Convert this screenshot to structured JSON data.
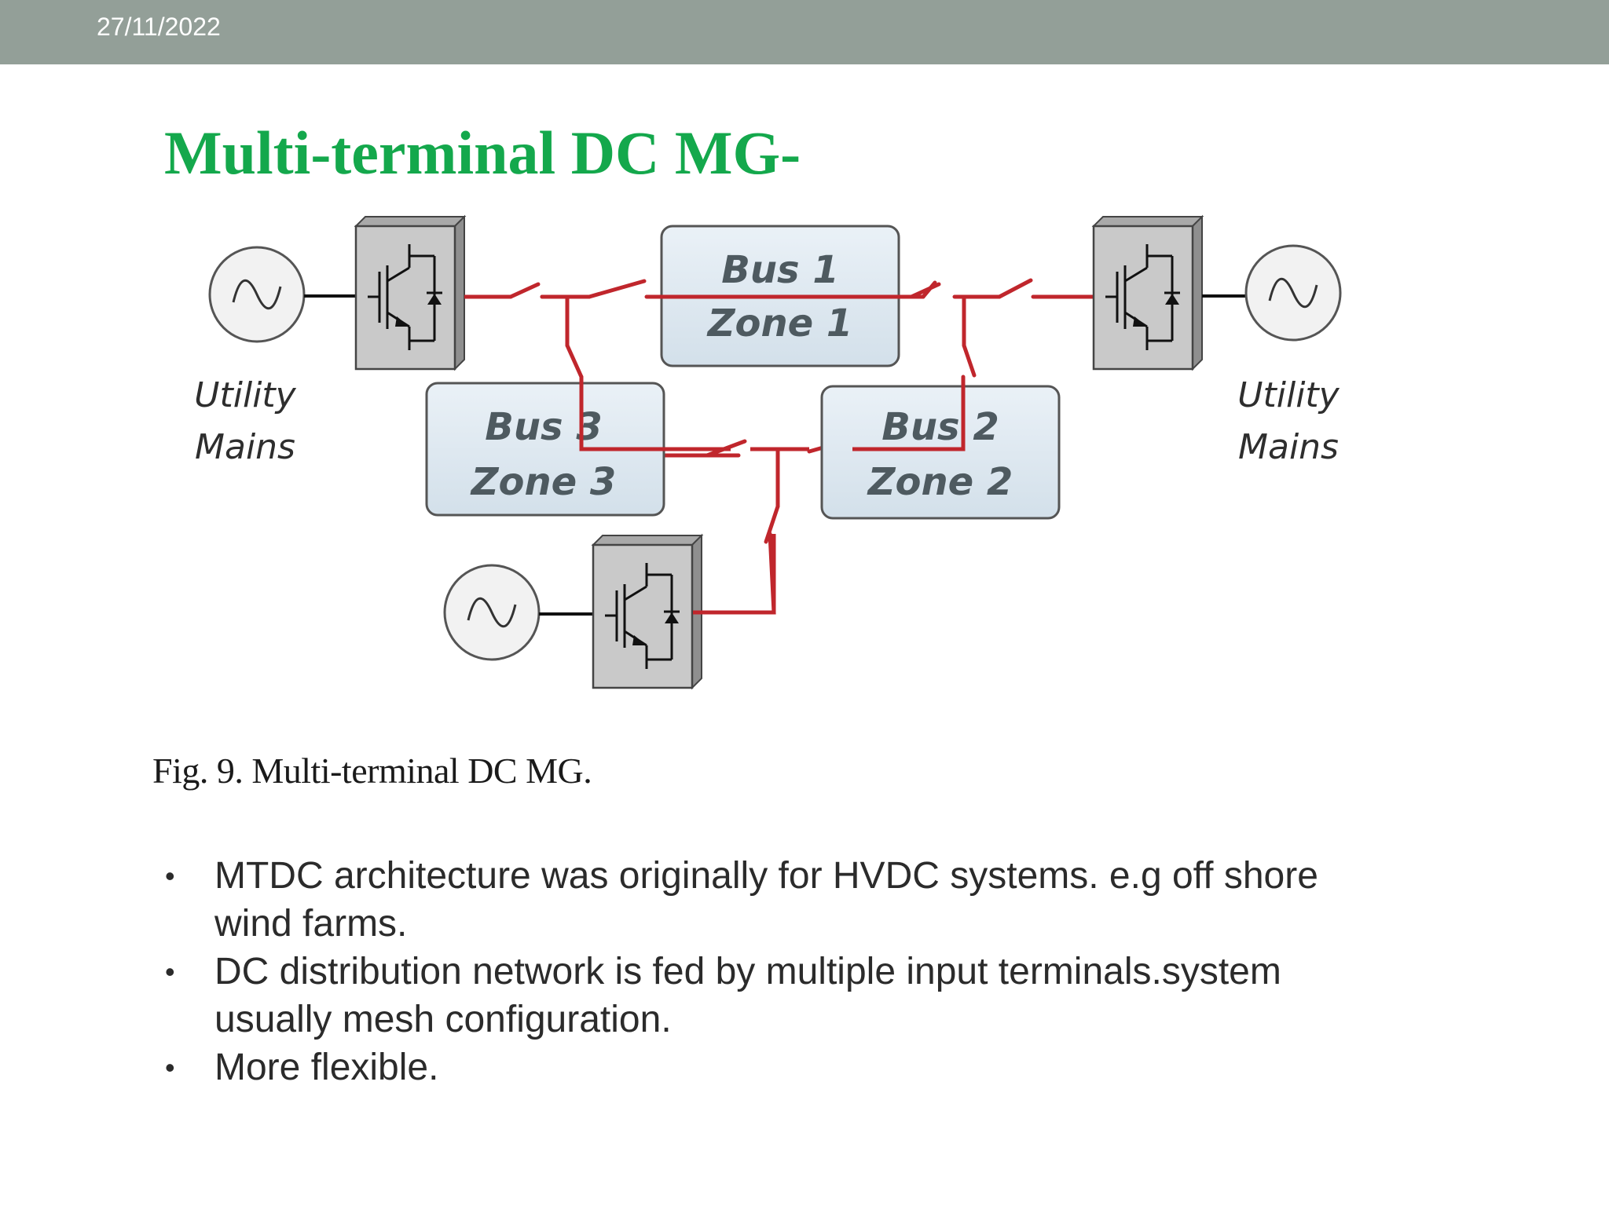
{
  "header": {
    "date": "27/11/2022"
  },
  "title": "Multi-terminal DC MG-",
  "figure": {
    "utility_left": [
      "Utility",
      "Mains"
    ],
    "utility_right": [
      "Utility",
      "Mains"
    ],
    "bus1": [
      "Bus 1",
      "Zone 1"
    ],
    "bus2": [
      "Bus 2",
      "Zone 2"
    ],
    "bus3": [
      "Bus 3",
      "Zone 3"
    ],
    "caption": "Fig. 9. Multi-terminal DC MG.",
    "colors": {
      "dc_line": "#c0262c",
      "bus_box_fill": "#dde8f1",
      "converter_fill": "#c9c9c9",
      "source_fill": "#f2f2f2"
    }
  },
  "bullets": [
    "MTDC architecture was originally for HVDC systems. e.g off shore wind farms.",
    "DC distribution network is fed by multiple input terminals.system usually mesh configuration.",
    "More flexible."
  ],
  "bullet_symbol": "•",
  "accent_colors": {
    "header_band": "#939f98",
    "title": "#14a84c"
  }
}
